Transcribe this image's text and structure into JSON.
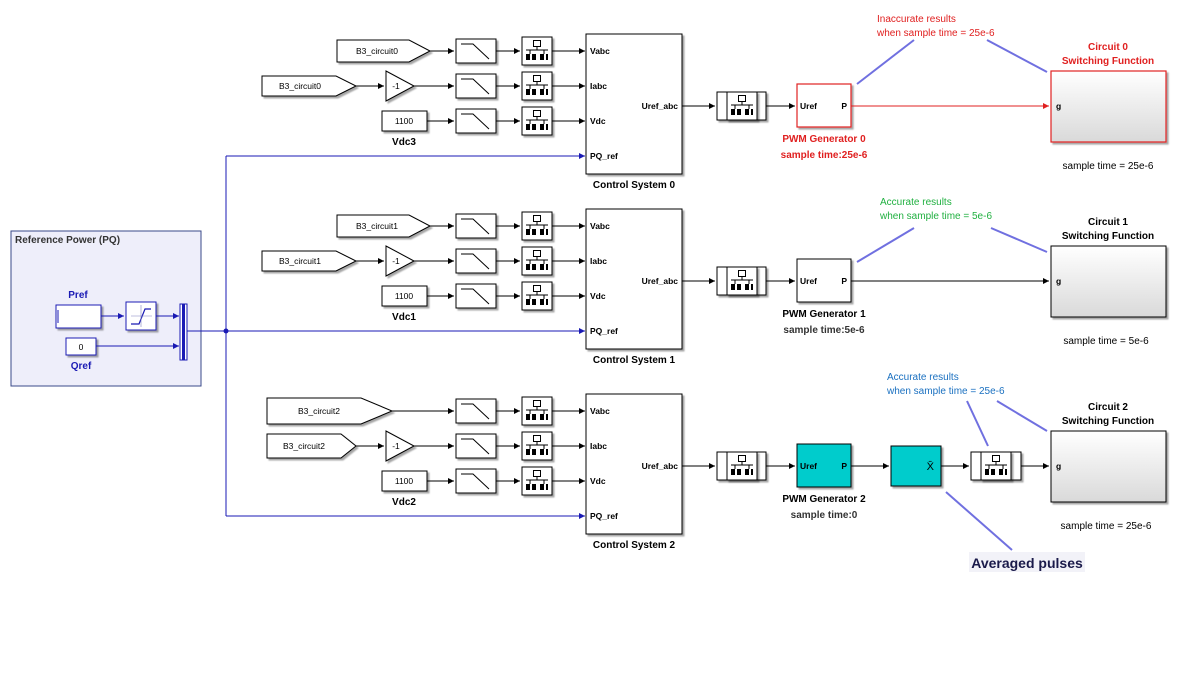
{
  "colors": {
    "red": "#e02020",
    "green": "#20b040",
    "blue_note": "#1a70c0",
    "blue_line": "#1a1ab4",
    "lavender": "#7070e0",
    "cyan": "#00cccc",
    "ref_panel_bg": "#eeeefa"
  },
  "reference_panel": {
    "title": "Reference Power (PQ)",
    "pref_label": "Pref",
    "qref_label": "Qref",
    "qref_value": "0"
  },
  "row0": {
    "from_vabc": "B3_circuit0",
    "from_iabc": "B3_circuit0",
    "gain": "-1",
    "vdc_const": "1100",
    "vdc_label": "Vdc3",
    "ports_in": [
      "Vabc",
      "Iabc",
      "Vdc",
      "PQ_ref"
    ],
    "port_out": "Uref_abc",
    "cs_label": "Control System 0",
    "pwm_in": "Uref",
    "pwm_out": "P",
    "pwm_label": "PWM Generator 0",
    "pwm_sample": "sample time:25e-6",
    "note_line1": "Inaccurate results",
    "note_line2": "when sample time = 25e-6",
    "circuit_title1": "Circuit 0",
    "circuit_title2": "Switching Function",
    "circuit_port": "g",
    "circuit_sample": "sample time = 25e-6"
  },
  "row1": {
    "from_vabc": "B3_circuit1",
    "from_iabc": "B3_circuit1",
    "gain": "-1",
    "vdc_const": "1100",
    "vdc_label": "Vdc1",
    "ports_in": [
      "Vabc",
      "Iabc",
      "Vdc",
      "PQ_ref"
    ],
    "port_out": "Uref_abc",
    "cs_label": "Control System 1",
    "pwm_in": "Uref",
    "pwm_out": "P",
    "pwm_label": "PWM Generator 1",
    "pwm_sample": "sample time:5e-6",
    "note_line1": "Accurate results",
    "note_line2": "when sample time = 5e-6",
    "circuit_title1": "Circuit 1",
    "circuit_title2": "Switching Function",
    "circuit_port": "g",
    "circuit_sample": "sample time = 5e-6"
  },
  "row2": {
    "from_vabc": "B3_circuit2",
    "from_iabc": "B3_circuit2",
    "gain": "-1",
    "vdc_const": "1100",
    "vdc_label": "Vdc2",
    "ports_in": [
      "Vabc",
      "Iabc",
      "Vdc",
      "PQ_ref"
    ],
    "port_out": "Uref_abc",
    "cs_label": "Control System 2",
    "pwm_in": "Uref",
    "pwm_out": "P",
    "pwm_label": "PWM Generator 2",
    "pwm_sample": "sample time:0",
    "mean_glyph": "X̄",
    "note_line1": "Accurate results",
    "note_line2": "when sample time = 25e-6",
    "circuit_title1": "Circuit 2",
    "circuit_title2": "Switching Function",
    "circuit_port": "g",
    "circuit_sample": "sample time = 25e-6",
    "averaged_label": "Averaged pulses"
  }
}
